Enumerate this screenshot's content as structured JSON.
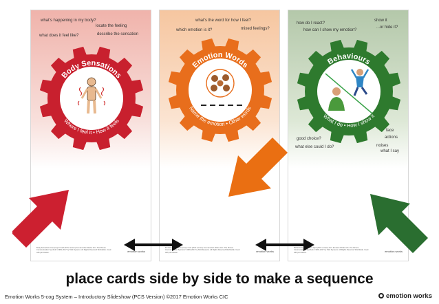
{
  "cards": [
    {
      "title": "Body Sensations",
      "subtitle": "Where I feel it • How it feels",
      "questions": [
        "what's happening in my body?",
        "locate the feeling",
        "what does it feel like?",
        "describe the sensation"
      ],
      "footer_note": "Body Sensations Component Card (PCS version) from Emotion Works CIC. The Picture Communication Symbols ©1981-2017 by Tobii Dynavox. All Rights Reserved Worldwide. Used with permission.",
      "brand": "emotion works",
      "color": "#c8202e"
    },
    {
      "title": "Emotion Words",
      "subtitle": "Name the emotion • Other words",
      "questions": [
        "what's the word for how I feel?",
        "which emotion is it?",
        "mixed feelings?"
      ],
      "footer_note": "Emotion Words Component Card (PCS version) from Emotion Works CIC. The Picture Communication Symbols ©1981-2017 by Tobii Dynavox. All Rights Reserved Worldwide. Used with permission.",
      "brand": "emotion works",
      "color": "#e86e1c"
    },
    {
      "title": "Behaviours",
      "subtitle": "What I do • How I show it",
      "questions": [
        "how do I react?",
        "how can I show my emotion?",
        "show it",
        "...or hide it?",
        "good choice?",
        "face",
        "actions",
        "noises",
        "what else could I do?",
        "what I say"
      ],
      "footer_note": "Behaviours Component Card (PCS version) from Emotion Works CIC. The Picture Communication Symbols ©1981-2017 by Tobii Dynavox. All Rights Reserved Worldwide. Used with permission.",
      "brand": "emotion works",
      "color": "#2e7a2e"
    }
  ],
  "caption": "place cards side by side to make a sequence",
  "credit": "Emotion Works 5-cog System – Introductory Slideshow (PCS Version) ©2017 Emotion Works CIC",
  "brand": "emotion works",
  "colors": {
    "red": "#cc2030",
    "orange": "#ea6f12",
    "green": "#2a6e30",
    "arrow_black": "#111111"
  }
}
